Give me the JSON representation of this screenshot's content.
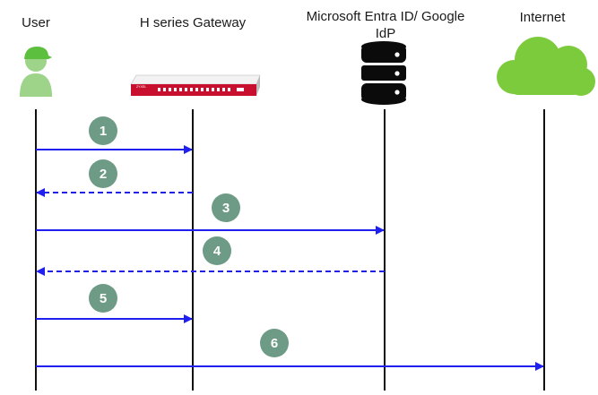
{
  "actors": {
    "user": {
      "label": "User",
      "icon": "user-icon"
    },
    "gateway": {
      "label": "H series Gateway",
      "icon": "gateway-device-icon",
      "brand_text": "ZYXEL"
    },
    "idp": {
      "label": "Microsoft Entra ID/ Google IdP",
      "icon": "database-icon"
    },
    "internet": {
      "label": "Internet",
      "icon": "cloud-icon"
    }
  },
  "steps": [
    {
      "number": "1",
      "from": "user",
      "to": "gateway",
      "style": "solid"
    },
    {
      "number": "2",
      "from": "gateway",
      "to": "user",
      "style": "dashed"
    },
    {
      "number": "3",
      "from": "user",
      "to": "idp",
      "style": "solid"
    },
    {
      "number": "4",
      "from": "idp",
      "to": "user",
      "style": "dashed"
    },
    {
      "number": "5",
      "from": "user",
      "to": "gateway",
      "style": "solid"
    },
    {
      "number": "6",
      "from": "user",
      "to": "internet",
      "style": "solid"
    }
  ],
  "colors": {
    "arrow": "#1f1ff0",
    "step_badge": "#6e9b86",
    "lifeline": "#111111",
    "user_icon": "#9ed38a",
    "user_cap": "#5cbf3e",
    "cloud": "#7ccb3c",
    "database": "#0b0b0b",
    "gateway_body": "#e9e9e9",
    "gateway_front": "#c8102e"
  }
}
